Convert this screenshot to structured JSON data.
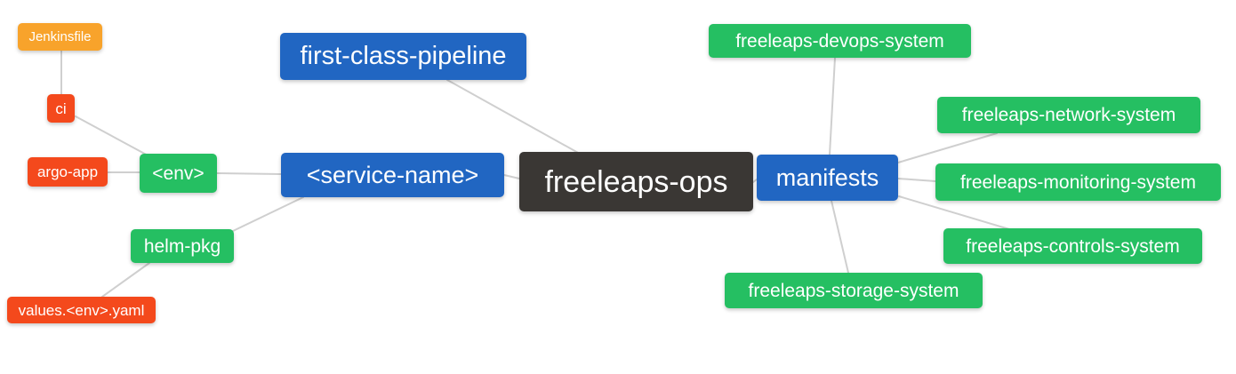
{
  "diagram": {
    "type": "mindmap",
    "root": "freeleaps-ops",
    "palette": {
      "blue": "#2166c2",
      "green": "#25bf62",
      "orange": "#f8a32b",
      "red": "#f4491c",
      "dark": "#3a3734",
      "edge": "#cfcfcf",
      "text": "#ffffff",
      "background": "#ffffff"
    },
    "nodes": {
      "jenkinsfile": {
        "label": "Jenkinsfile",
        "color": "orange"
      },
      "ci": {
        "label": "ci",
        "color": "red"
      },
      "argo_app": {
        "label": "argo-app",
        "color": "red"
      },
      "env": {
        "label": "<env>",
        "color": "green"
      },
      "helm_pkg": {
        "label": "helm-pkg",
        "color": "green"
      },
      "values_env_yaml": {
        "label": "values.<env>.yaml",
        "color": "red"
      },
      "first_class_pipeline": {
        "label": "first-class-pipeline",
        "color": "blue"
      },
      "service_name": {
        "label": "<service-name>",
        "color": "blue"
      },
      "freeleaps_ops": {
        "label": "freeleaps-ops",
        "color": "dark"
      },
      "manifests": {
        "label": "manifests",
        "color": "blue"
      },
      "devops_system": {
        "label": "freeleaps-devops-system",
        "color": "green"
      },
      "network_system": {
        "label": "freeleaps-network-system",
        "color": "green"
      },
      "monitoring_system": {
        "label": "freeleaps-monitoring-system",
        "color": "green"
      },
      "controls_system": {
        "label": "freeleaps-controls-system",
        "color": "green"
      },
      "storage_system": {
        "label": "freeleaps-storage-system",
        "color": "green"
      }
    },
    "edges": [
      [
        "jenkinsfile",
        "ci"
      ],
      [
        "ci",
        "env"
      ],
      [
        "argo_app",
        "env"
      ],
      [
        "env",
        "service_name"
      ],
      [
        "service_name",
        "helm_pkg"
      ],
      [
        "helm_pkg",
        "values_env_yaml"
      ],
      [
        "service_name",
        "freeleaps_ops"
      ],
      [
        "first_class_pipeline",
        "freeleaps_ops"
      ],
      [
        "freeleaps_ops",
        "manifests"
      ],
      [
        "manifests",
        "devops_system"
      ],
      [
        "manifests",
        "network_system"
      ],
      [
        "manifests",
        "monitoring_system"
      ],
      [
        "manifests",
        "controls_system"
      ],
      [
        "manifests",
        "storage_system"
      ]
    ]
  }
}
